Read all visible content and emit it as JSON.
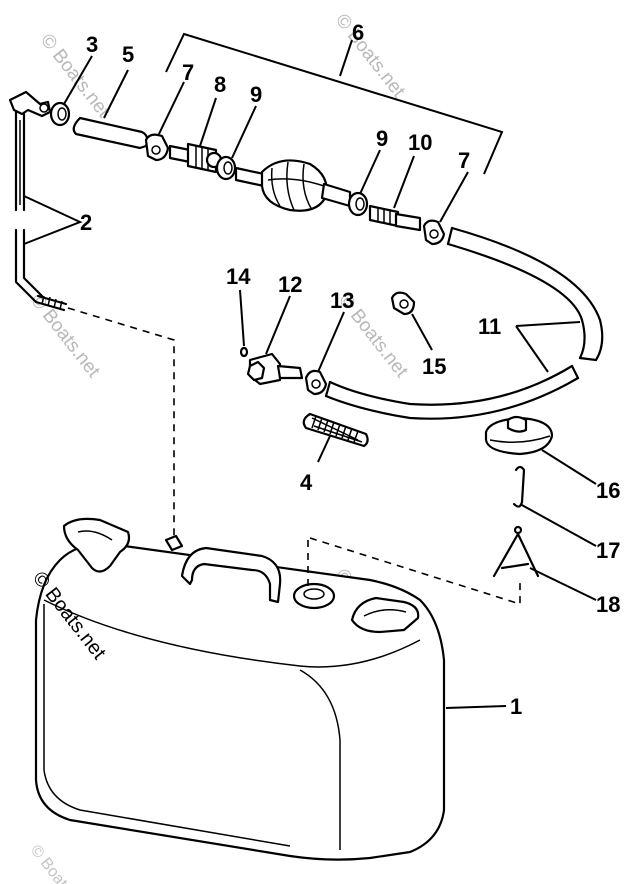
{
  "diagram": {
    "labels": [
      "1",
      "2",
      "3",
      "4",
      "5",
      "6",
      "7",
      "8",
      "9",
      "9",
      "10",
      "7",
      "11",
      "12",
      "13",
      "14",
      "15",
      "16",
      "17",
      "18"
    ],
    "watermarks": [
      "© Boats.net",
      "© Boats.net",
      "© Boats.net",
      "© Boats.net",
      "© Boats.net",
      "© Boats.net"
    ],
    "watermark_main": "© Boats.net"
  }
}
